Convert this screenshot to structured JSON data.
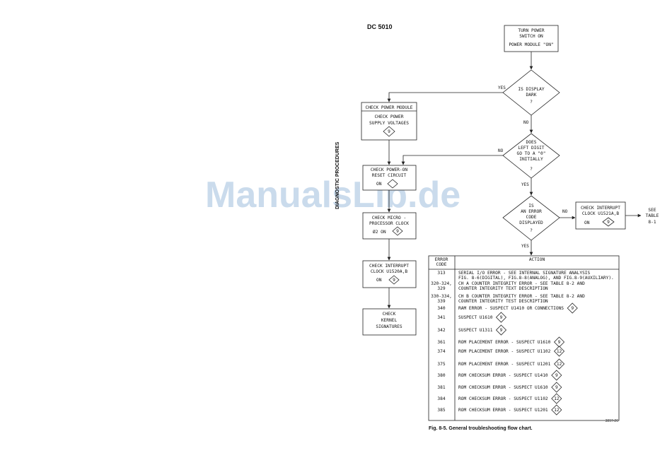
{
  "page": {
    "header": "DC 5010",
    "side_label": "DIAGNOSTIC PROCEDURES",
    "watermark": "ManualsLib.de",
    "caption": "Fig. 8-5. General troubleshooting flow chart.",
    "ref_number": "3897-26"
  },
  "flow": {
    "start": [
      "TURN POWER",
      "SWITCH ON",
      "POWER MODULE \"ON\""
    ],
    "q_display_dark": [
      "IS DISPLAY",
      "DARK",
      "?"
    ],
    "q_left_digit": [
      "DOES",
      "LEFT DIGIT",
      "GO TO A \"0\"",
      "INITIALLY",
      "?"
    ],
    "q_error_code": [
      "IS",
      "AN ERROR",
      "CODE",
      "DISPLAYED",
      "?"
    ],
    "yes": "YES",
    "no": "NO",
    "check_power_module_title": "CHECK POWER MODULE",
    "check_power_supply": [
      "CHECK POWER",
      "SUPPLY VOLTAGES"
    ],
    "check_power_on_reset": [
      "CHECK POWER-ON",
      "RESET CIRCUIT"
    ],
    "check_power_on_reset_pin": "ON",
    "check_micro": [
      "CHECK MICRO -",
      "PROCESSOR CLOCK"
    ],
    "check_micro_pin": "Ø2 ON",
    "check_int_u1520": [
      "CHECK INTERRUPT",
      "CLOCK U1520A,B"
    ],
    "check_int_u1520_pin": "ON",
    "check_kernel": [
      "CHECK",
      "KERNEL",
      "SIGNATURES"
    ],
    "check_int_u1521": [
      "CHECK INTERRUPT",
      "CLOCK U1521A,B"
    ],
    "check_int_u1521_pin": "ON",
    "see_table": [
      "SEE",
      "TABLE",
      "8-1"
    ],
    "diamond_9": "9",
    "diamond_blank": " "
  },
  "table": {
    "header_code": [
      "ERROR",
      "CODE"
    ],
    "header_action": "ACTION",
    "rows": [
      {
        "code": [
          "313"
        ],
        "action": [
          "SERIAL I/O ERROR - SEE INTERNAL SIGNATURE ANALYSIS",
          "FIG. 8-6(DIGITAL), FIG.8-8(ANALOG), AND FIG.8-9(AUXILIARY)."
        ],
        "diamond": ""
      },
      {
        "code": [
          "320-324,",
          "329"
        ],
        "action": [
          "CH A COUNTER INTEGRITY ERROR - SEE TABLE 8-2 AND",
          "COUNTER INTEGRITY TEXT DESCRIPTION"
        ],
        "diamond": ""
      },
      {
        "code": [
          "330-334,",
          "339"
        ],
        "action": [
          "CH B COUNTER INTEGRITY ERROR - SEE TABLE 8-2 AND",
          "COUNTER INTEGRITY TEST DESCRIPTION"
        ],
        "diamond": ""
      },
      {
        "code": [
          "340"
        ],
        "action": [
          "RAM ERROR - SUSPECT U1410 OR CONNECTIONS"
        ],
        "diamond": "9"
      },
      {
        "code": [
          "341"
        ],
        "action": [
          "SUSPECT U1610"
        ],
        "diamond": "9"
      },
      {
        "code": [
          "342"
        ],
        "action": [
          "SUSPECT U1311"
        ],
        "diamond": "9"
      },
      {
        "code": [
          "361"
        ],
        "action": [
          "ROM PLACEMENT ERROR - SUSPECT U1610"
        ],
        "diamond": "9"
      },
      {
        "code": [
          "374"
        ],
        "action": [
          "ROM PLACEMENT ERROR - SUSPECT U1102"
        ],
        "diamond": "12"
      },
      {
        "code": [
          "375"
        ],
        "action": [
          "ROM PLACEMENT ERROR - SUSPECT U1201"
        ],
        "diamond": "12"
      },
      {
        "code": [
          "380"
        ],
        "action": [
          "ROM CHECKSUM ERROR - SUSPECT U1410"
        ],
        "diamond": "9"
      },
      {
        "code": [
          "381"
        ],
        "action": [
          "ROM CHECKSUM ERROR - SUSPECT U1610"
        ],
        "diamond": "9"
      },
      {
        "code": [
          "384"
        ],
        "action": [
          "ROM CHECKSUM ERROR - SUSPECT U1102"
        ],
        "diamond": "12"
      },
      {
        "code": [
          "385"
        ],
        "action": [
          "ROM CHECKSUM ERROR - SUSPECT U1201"
        ],
        "diamond": "12"
      }
    ]
  }
}
